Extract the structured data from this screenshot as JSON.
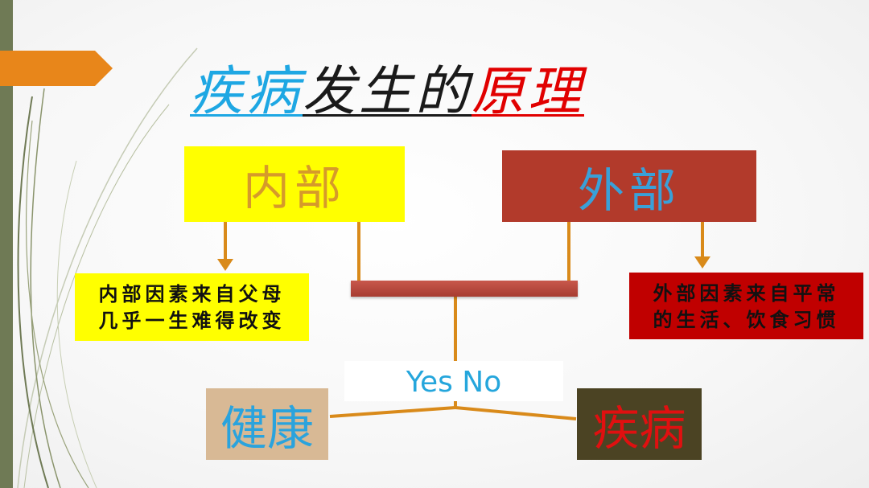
{
  "title": {
    "part1": "疾病",
    "part2": "发生的",
    "part3": "原理"
  },
  "boxes": {
    "internal": "内部",
    "external": "外部",
    "internal_note_line1": "内部因素来自父母",
    "internal_note_line2": "几乎一生难得改变",
    "external_note_line1": "外部因素来自平常",
    "external_note_line2": "的生活、饮食习惯",
    "yes_no": "Yes No",
    "health": "健康",
    "disease": "疾病"
  },
  "colors": {
    "title_blue": "#1ea7e3",
    "title_red": "#e10000",
    "internal_yellow": "#ffff00",
    "external_red": "#b23a2b",
    "connector_orange": "#d98a1a",
    "accent_orange": "#e8861a"
  }
}
